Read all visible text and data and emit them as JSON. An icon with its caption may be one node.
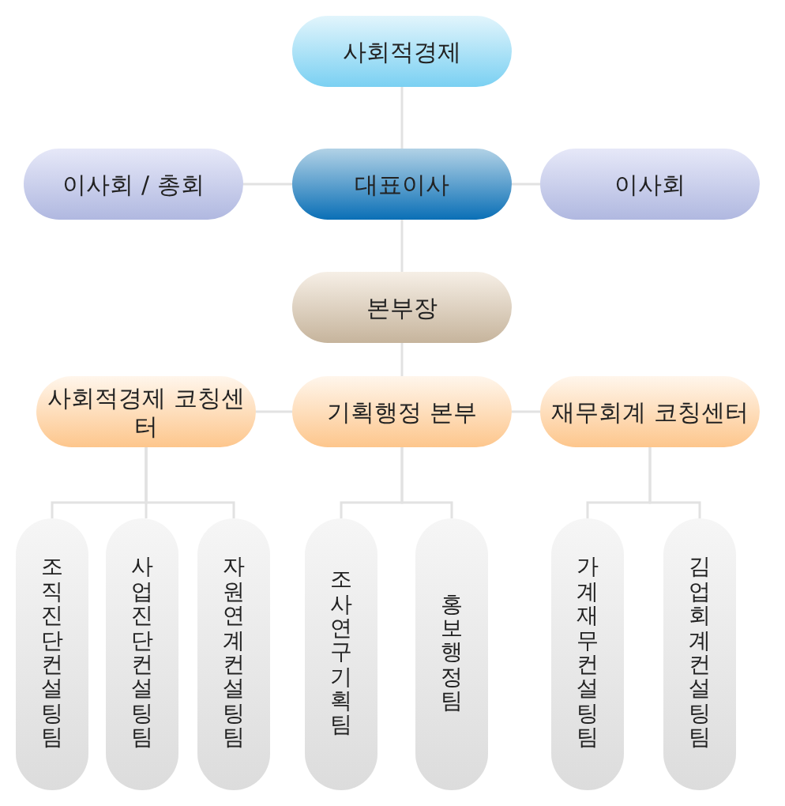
{
  "diagram": {
    "nodes": [
      {
        "text": [
          "사회적경제"
        ]
      },
      {
        "text": [
          "이사회 / 총회"
        ]
      },
      {
        "text": [
          "대표이사"
        ]
      },
      {
        "text": [
          "이사회"
        ]
      },
      {
        "text": [
          "본부장"
        ]
      },
      {
        "text": [
          "사회적경제 코칭센터"
        ]
      },
      {
        "text": [
          "기획행정 본부"
        ]
      },
      {
        "text": [
          "재무회계 코칭센터"
        ]
      },
      {
        "text": [
          "조직진단컨설팅팀"
        ]
      },
      {
        "text": [
          "사업진단컨설팅팀"
        ]
      },
      {
        "text": [
          "자원연계컨설팅팀"
        ]
      },
      {
        "text": [
          "조사연구기획팀"
        ]
      },
      {
        "text": [
          "홍보행정팀"
        ]
      },
      {
        "text": [
          "가계재무컨설팅팀"
        ]
      },
      {
        "text": [
          "김업회계컨설팅팀"
        ]
      }
    ],
    "edges": [
      {
        "from": 0,
        "to": 2,
        "arrow": "none"
      },
      {
        "from": 1,
        "to": 2,
        "arrow": "none"
      },
      {
        "from": 2,
        "to": 3,
        "arrow": "none"
      },
      {
        "from": 2,
        "to": 4,
        "arrow": "none"
      },
      {
        "from": 4,
        "to": 6,
        "arrow": "none"
      },
      {
        "from": 5,
        "to": 6,
        "arrow": "none"
      },
      {
        "from": 6,
        "to": 7,
        "arrow": "none"
      },
      {
        "from": 5,
        "to": 8,
        "arrow": "none"
      },
      {
        "from": 5,
        "to": 9,
        "arrow": "none"
      },
      {
        "from": 5,
        "to": 10,
        "arrow": "none"
      },
      {
        "from": 6,
        "to": 11,
        "arrow": "none"
      },
      {
        "from": 6,
        "to": 12,
        "arrow": "none"
      },
      {
        "from": 7,
        "to": 13,
        "arrow": "none"
      },
      {
        "from": 7,
        "to": 14,
        "arrow": "none"
      }
    ]
  }
}
